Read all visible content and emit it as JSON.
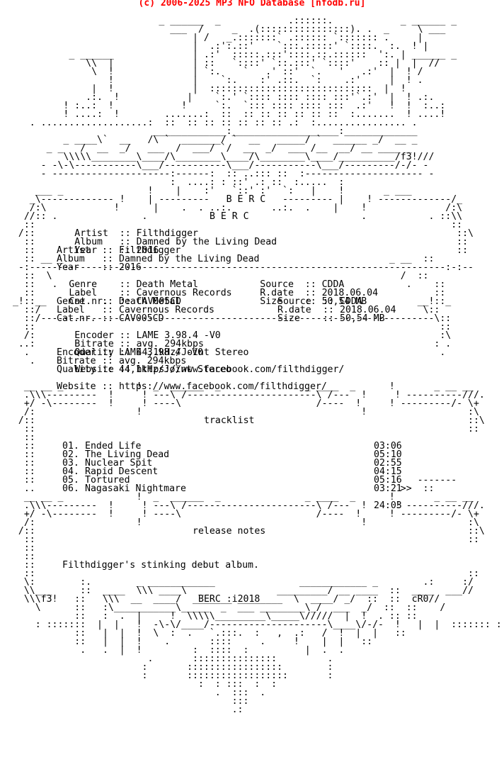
{
  "header": "(c) 2006-2025 MP3 NFO Database [nfodb.ru]",
  "art_lines": [
    "                           _ ______  _            .::::::.            _ ______ _",
    "                             ___  /     _  .(::::::::::::::::). .  _     \\ ___",
    "                                 | /   _.:::::::` .:::::: `::::::: .     |",
    "                                 |  .:':.::'    `:::.:::::' `::::.  :.  ! |",
    "           _ ______              | .:'  :::::.:::'::::.::.::::::  ':. | ______ _",
    "              \\\\  |              | ::   `::::' `::.:::' `::::'    :: |  |  //",
    "               \\  !              | `:.    `   .' ::'  `.   '   .:'  |  ! /",
    "                  !              |    `:.    :' .::.  `:    .:'     |  ! .",
    "               |  !              |  :::::::::::::::::::::::::::::  |  !",
    "              .:.  !            |    `:.' `:::: :::: :::: :::'`.:'  |  ! .:.",
    "          ! :..:  !            !     `:.  `::: :::: :::: :::  .:'   !  !  :..:",
    "          ! ....:  !        .......:  ::  :: :: :: :: :: ::  :.......  ! ....!",
    "    . ...................:  ::  :: :: :: :: :: :: .:  :................ .",
    "                          _____________:___________________:_____________",
    "          _ ____\\`  __   /\\ `  _______/ `  __   _____/ `  ______ _/  __ _",
    "       _ _   /  __  _/   ___  /  ___/ `/  __  _/  ___ /__  __/ __ ____ _",
    "          \\\\\\\\\\________\\____/\\________\\____/\\________\\____/__________/f3!///",
    "      - -\\-\\-----------\\___/-----------\\___/-----------\\___/---------/-/- -",
    "      - ---------------------:------:  :: ..::: ::  :--------------------- -",
    "                             :  ....: : ::' .: ::  :.....  :",
    "     ___ _               !    |    :'   `::' :'  `:   |    !       _ ___",
    "    _\\------------- !    | ---------   B E R C   --------- |    ! -------------/_",
    "    /:\\            !      |    .  . ..:.       ..:.  .    |    !              /:\\",
    "   //:: .               .                                      .           . ::\\\\",
    "   ::                                                                          ::",
    "  /::       Artist  :: Filthdigger                                              ::\\",
    "   ::       Album   :: Damned by the Living Dead                                ::",
    "   ::       Year    :: 2016                                                     ::",
    "   :: __ _                                                          _ __  ::",
    "  -:--------------------------------------------------------------------------:-:--",
    "   ::  \\                                                              /  ::",
    "   ::   .  Genre    :: Death Metal           Source  :: CDDA           .    ::",
    "   ::      Label    :: Cavernous Records     R.date  :: 2018.06.04          ::",
    " _!::__    Cat.nr.  :: CAV005CD              Size    :: 50,54 MB         __!::_",
    "   ::/                                                                    \\::",
    "   ::/----------------------------------------------------------------------\\::",
    "   ::                                                                        ::",
    "   /:       Encoder :: LAME 3.98.4 -V0                                       :\\",
    "  ..:       Bitrate :: avg. 294kbps                                         : .",
    "   .        Quality :: 44,1kHz/Joint Stereo                                  .",
    "    .",
    "            Website :: https://www.facebook.com/filthdigger/",
    "",
    "   __ __ _             !  _  ______  _               _ ____  _      !       _ __ __",
    "   .\\\\\\---------  !     ! ---\\ /-----------------------\\ /---  !     ! ----------///.",
    "   +/ -\\--------  !     ! ----\\                        /----  !     ! ---------/- \\+",
    "   /:                  !                                       !                  :\\",
    "  /::                                                                             ::\\",
    "   ::                                                                             ::",
    "   ::",
    "   ::",
    "   ::",
    "   ::",
    "   ::",
    "   ::                                                                    -------",
    "   ..                                                                 >>  ::",
    "   __ __ _             !  _  ______  _               _ ____  _      !       _ __ __",
    "   .\\\\\\---------  !     ! ---\\ /-----------------------\\ /---  !     ! ----------///.",
    "   +/ -\\--------  !     ! ----\\                        /----  !     ! ---------/- \\+",
    "   /:                  !                                       !                  :\\",
    "  /::                                                                             ::\\",
    "   ::                                                                             ::",
    "   ::",
    "   ::",
    "   ::",
    "   ::                                                                             ::",
    "   \\:        :.        _ ____________               ____________ _        .:     :/",
    "   \\\\___     ::  ____  \\\\\\ ____\\  _             _________/ __ ____  ::  ____  ___//",
    "   \\\\\\f3!   ::   \\\\\\  __  ____/  _______i________  \\  ____/ _/  ::  ::  cR0//",
    "     \\      ::   :\\___________\\_____  _  ___ ________\\_/  ___  _/  ::  ::    /",
    "            ::   :  .  |     !  \\\\\\\\\\_________\\_____\\/////  |  !  . :: ::",
    "     : :::::::  |  |   !  -\\-\\/____/---------------------\\____\\/-/-  !   |  |  ::::::: :",
    "            ::   |  |  !  \\  :  .   `.:::.  :   ,  .:   /  !  |  |   ::",
    "            ::   |  |  !    .       ::::     .     !    |  |   ::",
    "             .   .  |  !         :  ::::  :          |  .  .",
    "                         .       :::::::::::::::         .",
    "                        :       :::::::::::::::::        :",
    "                        :       ::::::::::::::::::       :",
    "                                  :  : :::  :  :",
    "                                     .  :::  .",
    "                                        :::",
    "                                        .:"
  ],
  "berc_label": "B E R C",
  "info": {
    "artist_label": "Artist",
    "artist": "Filthdigger",
    "album_label": "Album",
    "album": "Damned by the Living Dead",
    "year_label": "Year",
    "year": "2016",
    "genre_label": "Genre",
    "genre": "Death Metal",
    "label_label": "Label",
    "label": "Cavernous Records",
    "catnr_label": "Cat.nr.",
    "catnr": "CAV005CD",
    "source_label": "Source",
    "source": "CDDA",
    "rdate_label": "R.date",
    "rdate": "2018.06.04",
    "size_label": "Size",
    "size": "50,54 MB",
    "encoder_label": "Encoder",
    "encoder": "LAME 3.98.4 -V0",
    "bitrate_label": "Bitrate",
    "bitrate": "avg. 294kbps",
    "quality_label": "Quality",
    "quality": "44,1kHz/Joint Stereo",
    "website_label": "Website",
    "website": "https://www.facebook.com/filthdigger/"
  },
  "tracklist_title": "tracklist",
  "tracks": [
    {
      "num": "01.",
      "title": "Ended Life",
      "time": "03:06"
    },
    {
      "num": "02.",
      "title": "The Living Dead",
      "time": "05:10"
    },
    {
      "num": "03.",
      "title": "Nuclear Spit",
      "time": "02:55"
    },
    {
      "num": "04.",
      "title": "Rapid Descent",
      "time": "04:15"
    },
    {
      "num": "05.",
      "title": "Tortured",
      "time": "05:16"
    },
    {
      "num": "06.",
      "title": "Nagasaki Nightmare",
      "time": "03:21"
    }
  ],
  "total_time": "24:03",
  "release_notes_title": "release notes",
  "release_notes_text": "Filthdigger's stinking debut album.",
  "footer": "BERC : 2018"
}
